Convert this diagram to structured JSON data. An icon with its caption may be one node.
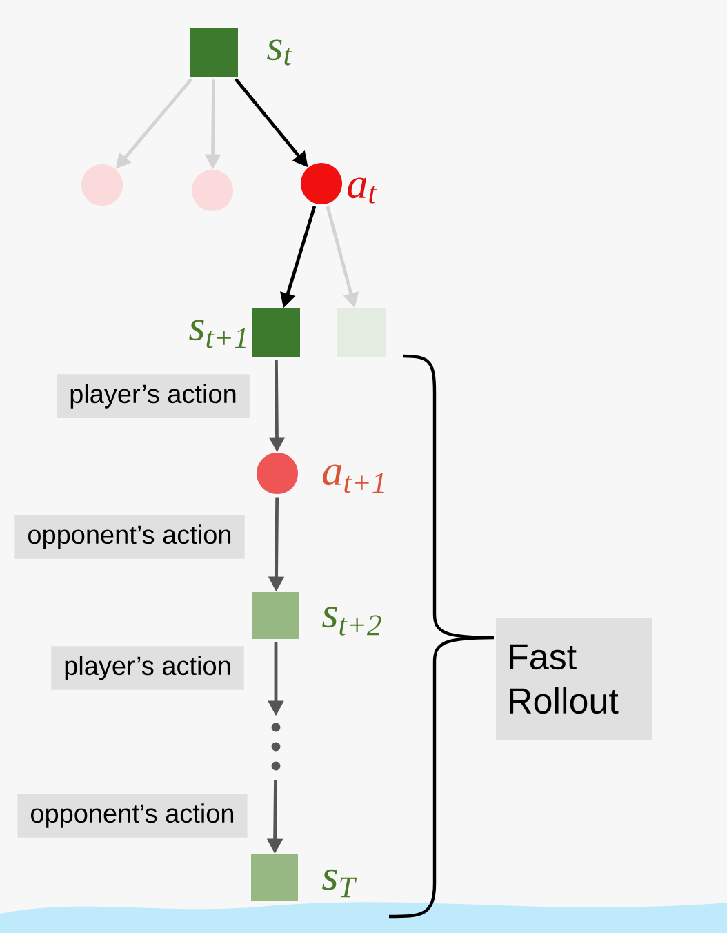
{
  "diagram": {
    "nodes": [
      {
        "text": [],
        "shape": "box",
        "beside": [
          "s$_{t}$"
        ]
      },
      {
        "text": [],
        "shape": "circle"
      },
      {
        "text": [],
        "shape": "circle"
      },
      {
        "text": [],
        "shape": "circle",
        "beside": [
          "a$_{t}$"
        ]
      },
      {
        "text": [],
        "shape": "box",
        "beside": [
          "s$_{t+1}$"
        ]
      },
      {
        "text": [],
        "shape": "box"
      },
      {
        "text": [],
        "shape": "circle",
        "beside": [
          "a$_{t+1}$"
        ]
      },
      {
        "text": [],
        "shape": "box",
        "beside": [
          "s$_{t+2}$"
        ]
      },
      {
        "text": [],
        "shape": "dots"
      },
      {
        "text": [],
        "shape": "box",
        "beside": [
          "s$_{T}$"
        ]
      },
      {
        "text": [
          "Fast Rollout"
        ]
      }
    ],
    "edges": [
      {
        "from": 0,
        "to": 1,
        "arrow": "to",
        "color": "#d3d3d3"
      },
      {
        "from": 0,
        "to": 2,
        "arrow": "to",
        "color": "#d3d3d3"
      },
      {
        "from": 0,
        "to": 3,
        "arrow": "to",
        "color": "#000000"
      },
      {
        "from": 3,
        "to": 4,
        "arrow": "to",
        "color": "#000000"
      },
      {
        "from": 3,
        "to": 5,
        "arrow": "to",
        "color": "#d3d3d3"
      },
      {
        "from": 4,
        "to": 6,
        "arrow": "to",
        "label": "player’s action",
        "color": "#555555"
      },
      {
        "from": 6,
        "to": 7,
        "arrow": "to",
        "label": "opponent’s action",
        "color": "#555555"
      },
      {
        "from": 7,
        "to": 8,
        "arrow": "to",
        "label": "player’s action",
        "color": "#555555"
      },
      {
        "from": 8,
        "to": 9,
        "arrow": "to",
        "label": "opponent’s action",
        "color": "#555555"
      }
    ]
  }
}
